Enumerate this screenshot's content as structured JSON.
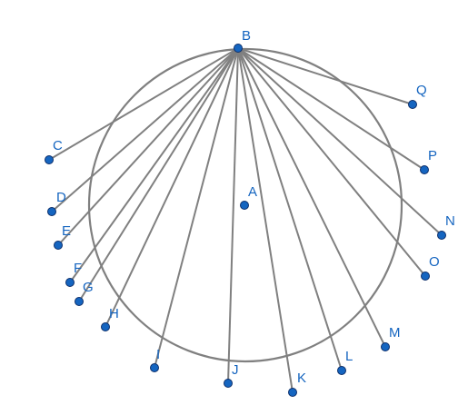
{
  "colors": {
    "point_fill": "#1565c0",
    "point_stroke": "#0d2f6b",
    "line": "#808080",
    "circle": "#808080",
    "label": "#1565c0"
  },
  "hub": "B",
  "center": "A",
  "points": [
    {
      "id": "B",
      "label": "B"
    },
    {
      "id": "A",
      "label": "A"
    },
    {
      "id": "C",
      "label": "C"
    },
    {
      "id": "D",
      "label": "D"
    },
    {
      "id": "E",
      "label": "E"
    },
    {
      "id": "F",
      "label": "F"
    },
    {
      "id": "G",
      "label": "G"
    },
    {
      "id": "H",
      "label": "H"
    },
    {
      "id": "I",
      "label": "I"
    },
    {
      "id": "J",
      "label": "J"
    },
    {
      "id": "K",
      "label": "K"
    },
    {
      "id": "L",
      "label": "L"
    },
    {
      "id": "M",
      "label": "M"
    },
    {
      "id": "O",
      "label": "O"
    },
    {
      "id": "N",
      "label": "N"
    },
    {
      "id": "P",
      "label": "P"
    },
    {
      "id": "Q",
      "label": "Q"
    }
  ],
  "segments": [
    {
      "from": "B",
      "to": "C"
    },
    {
      "from": "B",
      "to": "D"
    },
    {
      "from": "B",
      "to": "E"
    },
    {
      "from": "B",
      "to": "F"
    },
    {
      "from": "B",
      "to": "G"
    },
    {
      "from": "B",
      "to": "H"
    },
    {
      "from": "B",
      "to": "I"
    },
    {
      "from": "B",
      "to": "J"
    },
    {
      "from": "B",
      "to": "K"
    },
    {
      "from": "B",
      "to": "L"
    },
    {
      "from": "B",
      "to": "M"
    },
    {
      "from": "B",
      "to": "O"
    },
    {
      "from": "B",
      "to": "N"
    },
    {
      "from": "B",
      "to": "P"
    },
    {
      "from": "B",
      "to": "Q"
    }
  ]
}
